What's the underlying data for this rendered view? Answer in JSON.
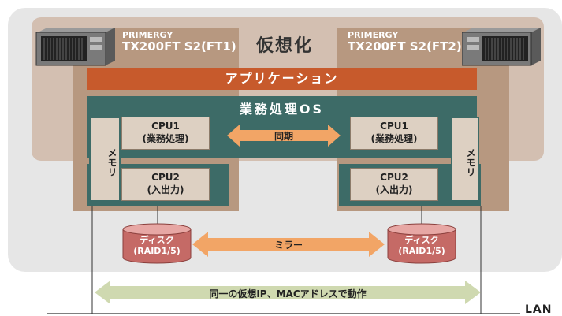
{
  "virtualization_label": "仮想化",
  "server_left": {
    "brand": "PRIMERGY",
    "model": "TX200FT S2(FT1)"
  },
  "server_right": {
    "brand": "PRIMERGY",
    "model": "TX200FT S2(FT2)"
  },
  "application_label": "アプリケーション",
  "os_label": "業務処理OS",
  "memory_label": "メモリ",
  "cpu1": {
    "name": "CPU1",
    "role": "(業務処理)"
  },
  "cpu2": {
    "name": "CPU2",
    "role": "(入出力)"
  },
  "sync_label": "同期",
  "disk": {
    "name": "ディスク",
    "raid": "(RAID1/5)"
  },
  "mirror_label": "ミラー",
  "lan_arrow_label": "同一の仮想IP、MACアドレスで動作",
  "lan_label": "LAN",
  "colors": {
    "application_bar": "#c75a2c",
    "os_bar": "#3d6b67",
    "arrow_orange": "#f2a566",
    "arrow_green": "#cfd9b0",
    "disk_red": "#c56a66"
  }
}
